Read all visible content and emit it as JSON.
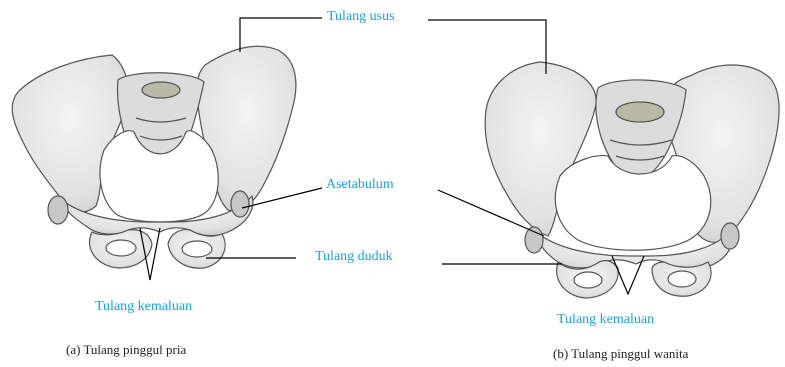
{
  "labels": {
    "ilium": "Tulang usus",
    "acetabulum": "Asetabulum",
    "ischium": "Tulang duduk",
    "pubis_left": "Tulang kemaluan",
    "pubis_right": "Tulang kemaluan"
  },
  "captions": {
    "male": "(a)  Tulang pinggul pria",
    "female": "(b)  Tulang pinggul wanita"
  },
  "colors": {
    "label_text": "#1aa3d9",
    "caption_text": "#222222",
    "bone_fill": "#e6e6e6",
    "bone_stroke": "#555555",
    "leader_line": "#000000"
  }
}
